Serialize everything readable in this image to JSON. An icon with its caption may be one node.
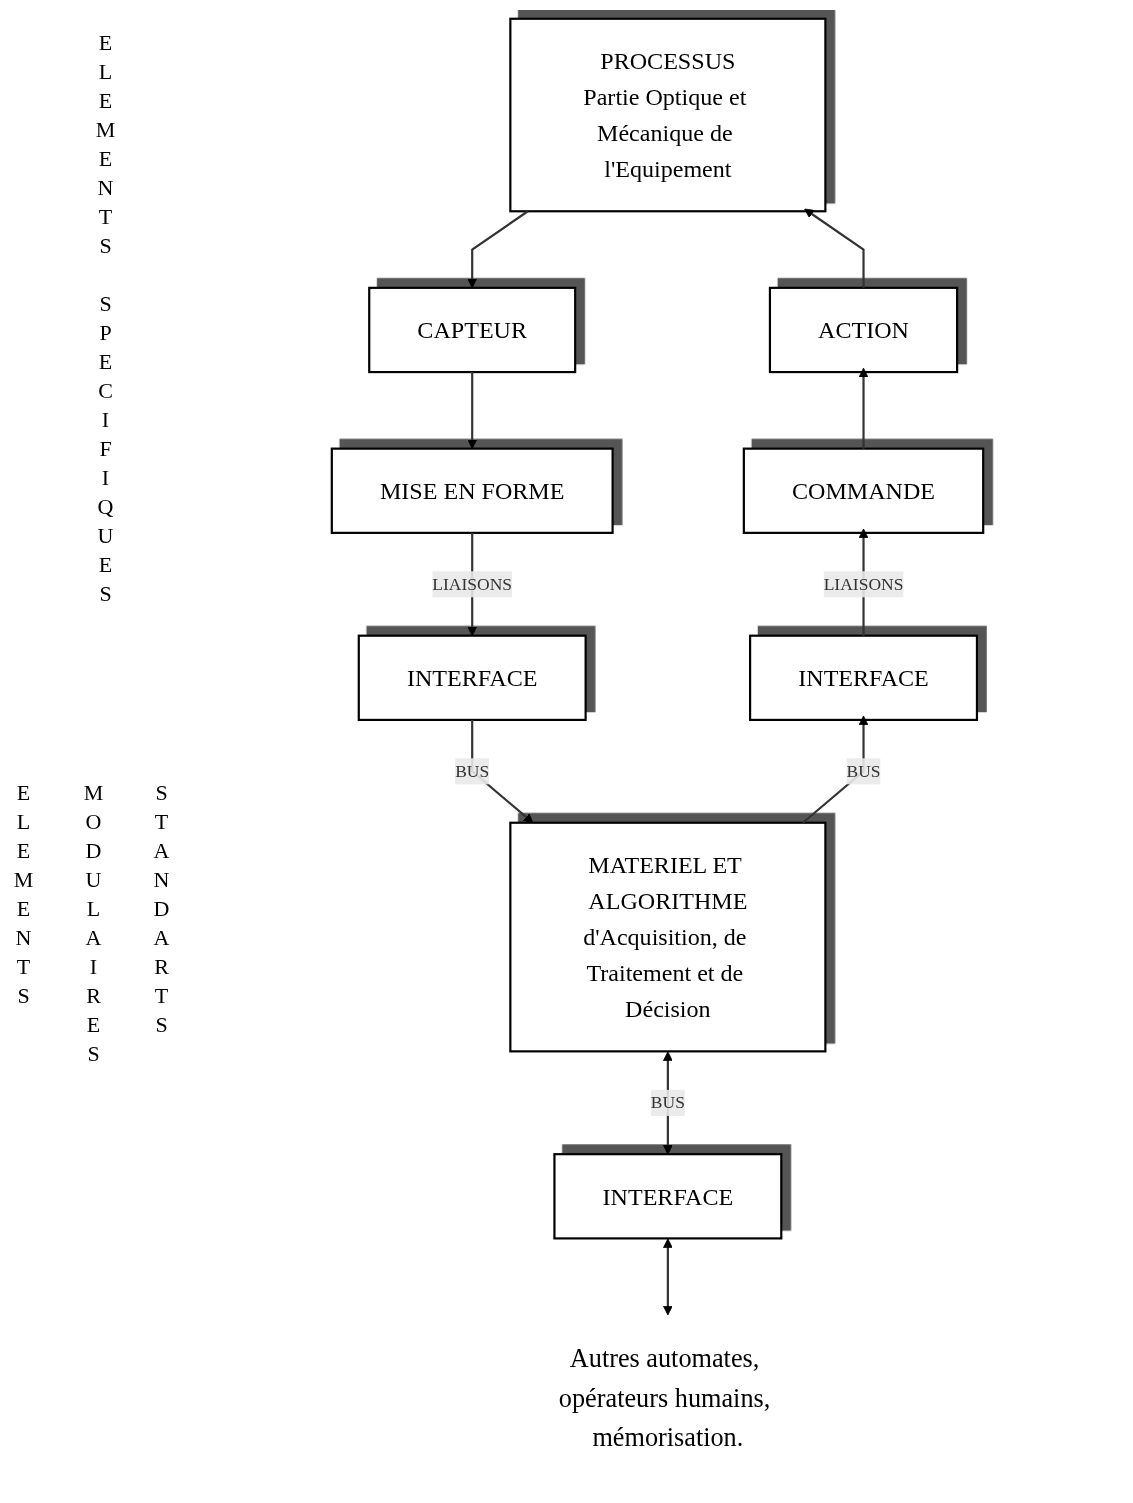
{
  "diagram": {
    "nodes": [
      {
        "text": [
          "PROCESSUS",
          "Partie Optique et Mécanique de l'Equipement"
        ]
      },
      {
        "text": [
          "CAPTEUR"
        ]
      },
      {
        "text": [
          "MISE EN FORME"
        ]
      },
      {
        "text": [
          "INTERFACE"
        ]
      },
      {
        "text": [
          "ACTION"
        ]
      },
      {
        "text": [
          "COMMANDE"
        ]
      },
      {
        "text": [
          "INTERFACE"
        ]
      },
      {
        "text": [
          "MATERIEL ET ALGORITHME",
          "d'Acquisition, de Traitement et de Décision"
        ]
      },
      {
        "text": [
          "INTERFACE"
        ]
      },
      {
        "text": [
          "Autres automates, opérateurs humains, mémorisation."
        ]
      }
    ],
    "edges": [
      {
        "from": 0,
        "to": 1,
        "arrow": "to"
      },
      {
        "from": 1,
        "to": 2,
        "arrow": "to"
      },
      {
        "from": 2,
        "to": 3,
        "arrow": "to",
        "label": "LIAISONS"
      },
      {
        "from": 3,
        "to": 7,
        "arrow": "to",
        "label": "BUS"
      },
      {
        "from": 7,
        "to": 6,
        "arrow": "to",
        "label": "BUS"
      },
      {
        "from": 6,
        "to": 5,
        "arrow": "to",
        "label": "LIAISONS"
      },
      {
        "from": 5,
        "to": 4,
        "arrow": "to"
      },
      {
        "from": 4,
        "to": 0,
        "arrow": "to"
      },
      {
        "from": 7,
        "to": 8,
        "arrow": "both",
        "label": "BUS"
      },
      {
        "from": 8,
        "to": 9,
        "arrow": "both"
      }
    ],
    "labels": [
      "ELEMENTS SPECIFIQUES",
      "ELEMENTS",
      "MODULAIRES",
      "STANDARTS"
    ]
  }
}
